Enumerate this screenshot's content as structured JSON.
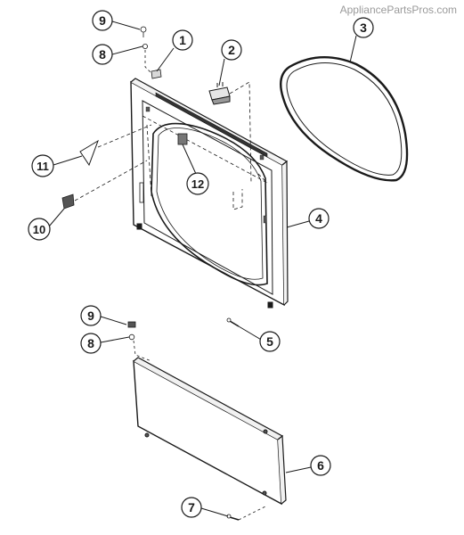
{
  "watermark": "AppliancePartsPros.com",
  "callouts": [
    {
      "label": "1"
    },
    {
      "label": "2"
    },
    {
      "label": "3"
    },
    {
      "label": "4"
    },
    {
      "label": "5"
    },
    {
      "label": "6"
    },
    {
      "label": "7"
    },
    {
      "label": "8"
    },
    {
      "label": "8"
    },
    {
      "label": "9"
    },
    {
      "label": "9"
    },
    {
      "label": "10"
    },
    {
      "label": "11"
    },
    {
      "label": "12"
    }
  ],
  "colors": {
    "line": "#1a1a1a",
    "panel_fill": "#ffffff",
    "watermark": "#9a9a9a"
  }
}
